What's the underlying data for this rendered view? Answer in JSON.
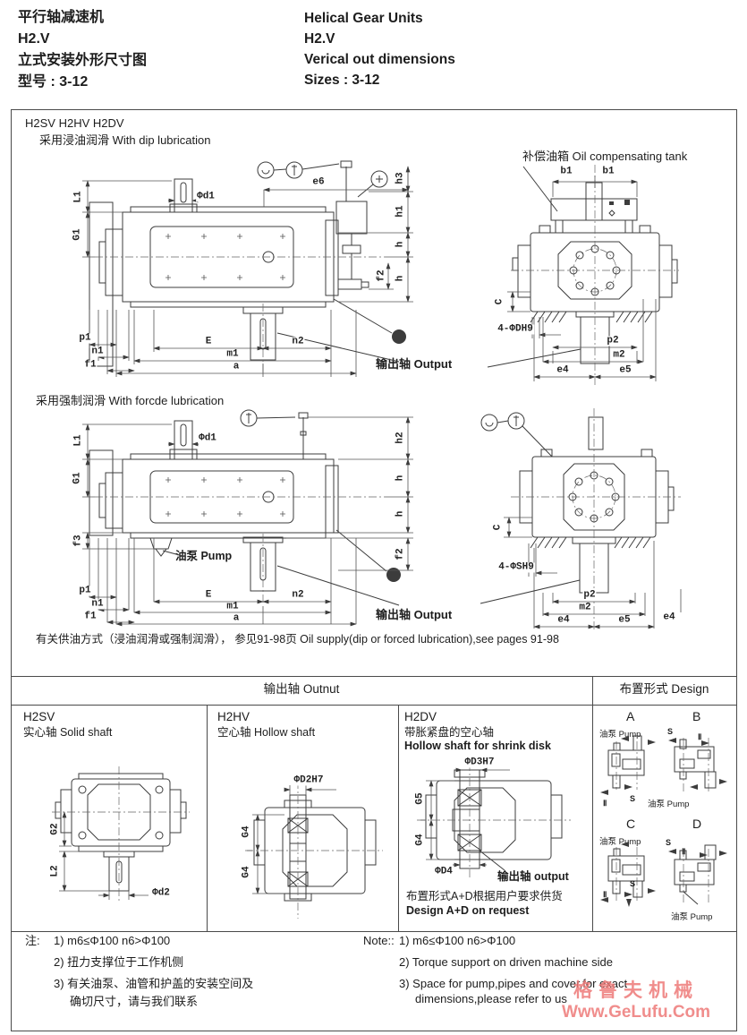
{
  "header": {
    "cn": [
      "平行轴减速机",
      "H2.V",
      "立式安装外形尺寸图",
      "型号 : 3-12"
    ],
    "en": [
      "Helical Gear Units",
      "H2.V",
      "Verical out dimensions",
      "Sizes : 3-12"
    ]
  },
  "sec1": {
    "models": "H2SV  H2HV   H2DV",
    "subtitle": "采用浸油润滑  With dip lubrication",
    "tank_label": "补偿油箱 Oil compensating tank",
    "output_label": "输出轴  Output",
    "side": {
      "L1": "L1",
      "G1": "G1",
      "d1": "Φd1",
      "e6": "e6",
      "h3": "h3",
      "h1": "h1",
      "h_up": "h",
      "h_dn": "h",
      "f2": "f2",
      "p1": "p1",
      "n1": "n1",
      "f1": "f1",
      "E": "E",
      "n2": "n2",
      "m1": "m1",
      "a": "a"
    },
    "end": {
      "b1l": "b1",
      "b1r": "b1",
      "C": "C",
      "holes": "4-ΦDH9",
      "p2": "p2",
      "m2": "m2",
      "e4": "e4",
      "e5": "e5"
    }
  },
  "sec2": {
    "subtitle": "采用强制润滑  With forcde lubrication",
    "pump_label": "油泵  Pump",
    "output_label": "输出轴  Output",
    "side": {
      "L1": "L1",
      "G1": "G1",
      "d1": "Φd1",
      "h2": "h2",
      "h_up": "h",
      "h_dn": "h",
      "f3": "f3",
      "f2": "f2",
      "p1": "p1",
      "n1": "n1",
      "f1": "f1",
      "E": "E",
      "n2": "n2",
      "m1": "m1",
      "a": "a"
    },
    "end": {
      "C": "C",
      "holes": "4-ΦSH9",
      "p2": "p2",
      "m2": "m2",
      "e4": "e4",
      "e5": "e5",
      "e4r": "e4"
    },
    "footnote": "有关供油方式（浸油润滑或强制润滑）， 参见91-98页  Oil supply(dip or forced lubrication),see pages 91-98"
  },
  "table": {
    "header_output": "输出轴  Outnut",
    "header_design": "布置形式  Design",
    "h2sv": {
      "title": "H2SV",
      "subtitle": "实心轴  Solid shaft",
      "dims": {
        "G2": "G2",
        "L2": "L2",
        "d2": "Φd2"
      }
    },
    "h2hv": {
      "title": "H2HV",
      "subtitle": "空心轴  Hollow shaft",
      "dims": {
        "D2": "ΦD2H7",
        "G4a": "G4",
        "G4b": "G4"
      }
    },
    "h2dv": {
      "title": "H2DV",
      "subtitle_cn": "带胀紧盘的空心轴",
      "subtitle_en": "Hollow shaft for shrink disk",
      "dims": {
        "D3": "ΦD3H7",
        "G5": "G5",
        "G4": "G4",
        "D4": "ΦD4"
      },
      "output_label": "输出轴  output",
      "request_cn": "布置形式A+D根据用户要求供货",
      "request_en": "Design A+D on request"
    },
    "design": {
      "a": {
        "letter": "A",
        "pump": "油泵 Pump",
        "s": "S",
        "ii": "Ⅱ"
      },
      "b": {
        "letter": "B",
        "pump": "油泵 Pump",
        "s": "S",
        "ii": "Ⅱ"
      },
      "c": {
        "letter": "C",
        "pump": "油泵 Pump",
        "s": "S",
        "ii": "Ⅱ"
      },
      "d": {
        "letter": "D",
        "pump": "油泵 Pump",
        "s": "S",
        "ii": "Ⅱ"
      }
    }
  },
  "notes": {
    "cn_label": "注:",
    "cn1": "1)  m6≤Φ100 n6>Φ100",
    "cn2": "2) 扭力支撑位于工作机侧",
    "cn3a": "3) 有关油泵、油管和护盖的安装空间及",
    "cn3b": "确切尺寸，请与我们联系",
    "en_label": "Note::",
    "en1": "1)  m6≤Φ100 n6>Φ100",
    "en2": "2)  Torque support on driven machine side",
    "en3a": "3)  Space for pump,pipes and cover,for exact",
    "en3b": "dimensions,please refer to us"
  },
  "watermark": {
    "line1": "格鲁夫机械",
    "line2": "Www.GeLufu.Com",
    "color": "#ee7a78"
  }
}
